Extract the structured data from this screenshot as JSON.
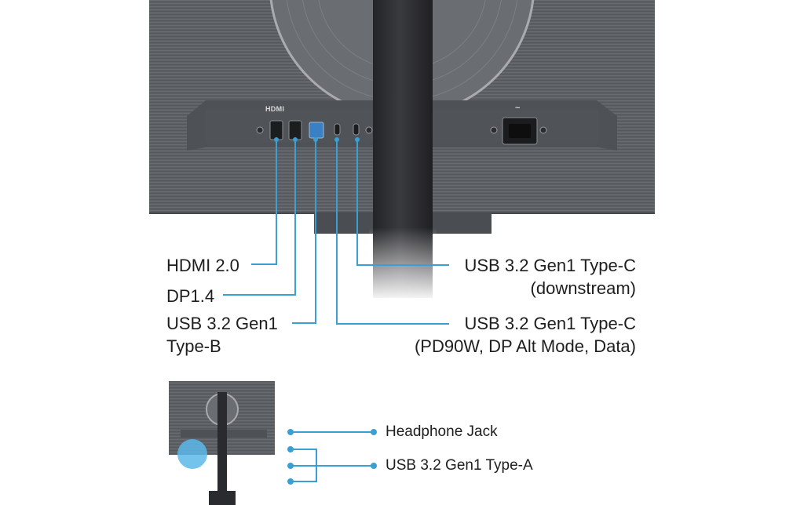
{
  "main_callouts": {
    "hdmi": "HDMI 2.0",
    "dp": "DP1.4",
    "usb_b_line1": "USB 3.2 Gen1",
    "usb_b_line2": "Type-B",
    "usb_c_down_line1": "USB 3.2 Gen1 Type-C",
    "usb_c_down_line2": "(downstream)",
    "usb_c_pd_line1": "USB 3.2 Gen1 Type-C",
    "usb_c_pd_line2": "(PD90W, DP Alt Mode, Data)"
  },
  "side_callouts": {
    "headphone": "Headphone Jack",
    "usb_a": "USB 3.2 Gen1 Type-A"
  },
  "panel_markings": {
    "hdmi": "HDMI",
    "power": "~"
  },
  "colors": {
    "accent": "#3a9fd3",
    "monitor_body": "#5c5f64",
    "stand": "#2d2e31",
    "text": "#1e1e1e"
  }
}
